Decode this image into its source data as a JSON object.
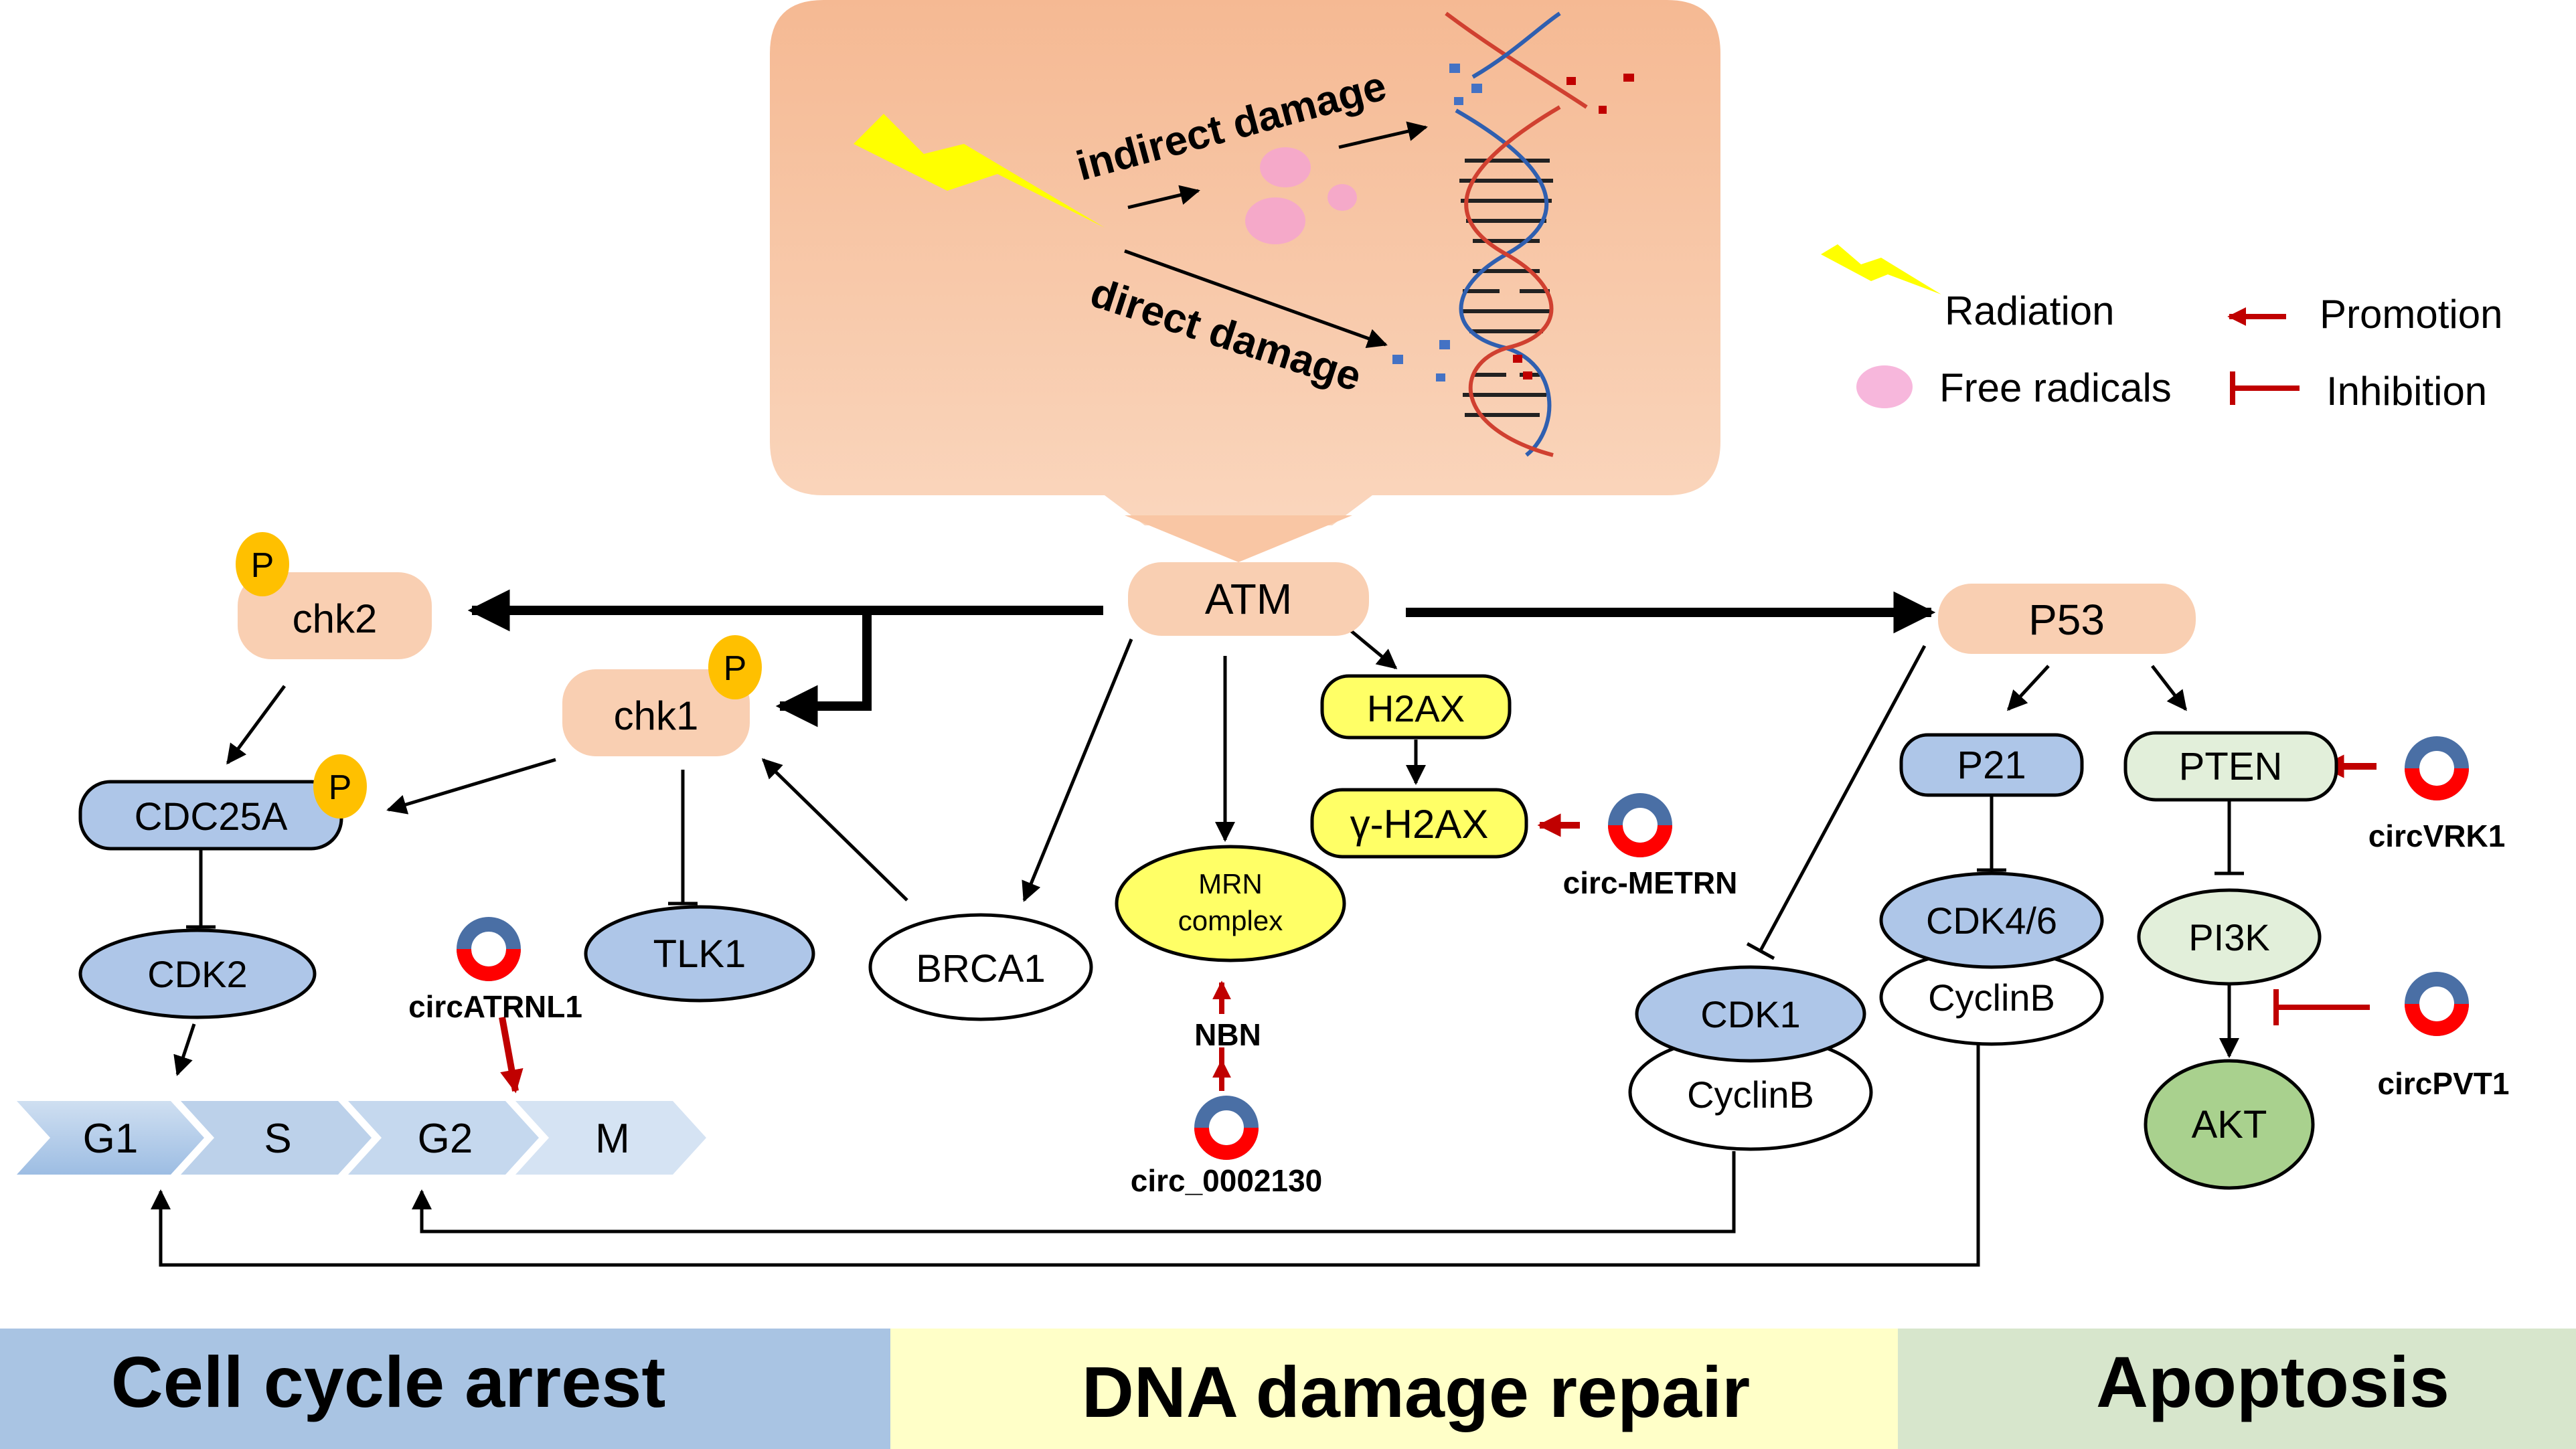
{
  "colors": {
    "salmon": "#f9cfb2",
    "salmon_top": "#f6bd98",
    "blue_node": "#aec6e8",
    "yellow_node": "#ffff66",
    "green_light": "#e2efda",
    "green_dark": "#a9d18e",
    "promotion": "#c00000",
    "gold": "#ffc000",
    "band_blue": "#a9c4e3",
    "band_yellow": "#ffffc8",
    "band_green": "#d7e6cc"
  },
  "damage": {
    "indirect": "indirect damage",
    "direct": "direct damage"
  },
  "legend": {
    "radiation": "Radiation",
    "free_radicals": "Free radicals",
    "promotion": "Promotion",
    "inhibition": "Inhibition"
  },
  "nodes": {
    "atm": "ATM",
    "chk2": "chk2",
    "chk1": "chk1",
    "p53": "P53",
    "h2ax": "H2AX",
    "gh2ax": "γ-H2AX",
    "cdc25a": "CDC25A",
    "cdk2": "CDK2",
    "tlk1": "TLK1",
    "brca1": "BRCA1",
    "mrn_line1": "MRN",
    "mrn_line2": "complex",
    "nbn": "NBN",
    "p21": "P21",
    "pten": "PTEN",
    "cdk46": "CDK4/6",
    "cyclinb_a": "CyclinB",
    "cdk1": "CDK1",
    "cyclinb_b": "CyclinB",
    "pi3k": "PI3K",
    "akt": "AKT",
    "phospho": "P"
  },
  "circrnas": {
    "metrn": "circ-METRN",
    "atrnl1": "circATRNL1",
    "c0002130": "circ_0002130",
    "vrk1": "circVRK1",
    "pvt1": "circPVT1"
  },
  "phases": [
    "G1",
    "S",
    "G2",
    "M"
  ],
  "bands": {
    "cell_cycle": "Cell cycle arrest",
    "dna_repair": "DNA damage repair",
    "apoptosis": "Apoptosis"
  }
}
